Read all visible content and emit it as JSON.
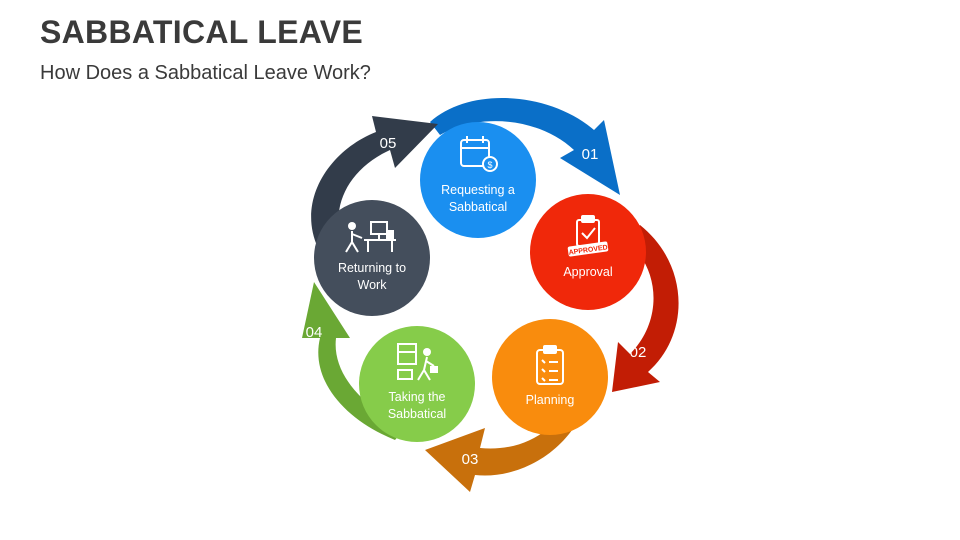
{
  "header": {
    "title": "SABBATICAL LEAVE",
    "subtitle": "How Does a Sabbatical Leave Work?"
  },
  "steps": [
    {
      "number": "01",
      "line1": "Requesting a",
      "line2": "Sabbatical",
      "icon": "calendar-money-icon",
      "circle_color": "#1a8ff0",
      "arrow_color": "#0a6fc8"
    },
    {
      "number": "02",
      "line1": "Approval",
      "line2": "",
      "icon": "approved-stamp-icon",
      "circle_color": "#f0280a",
      "arrow_color": "#c21d05"
    },
    {
      "number": "03",
      "line1": "Planning",
      "line2": "",
      "icon": "clipboard-checklist-icon",
      "circle_color": "#f98c0d",
      "arrow_color": "#c8700c"
    },
    {
      "number": "04",
      "line1": "Taking the",
      "line2": "Sabbatical",
      "icon": "person-leaving-icon",
      "circle_color": "#86cc4a",
      "arrow_color": "#6aa834"
    },
    {
      "number": "05",
      "line1": "Returning to",
      "line2": "Work",
      "icon": "person-at-desk-icon",
      "circle_color": "#444e5c",
      "arrow_color": "#323c4a"
    }
  ]
}
